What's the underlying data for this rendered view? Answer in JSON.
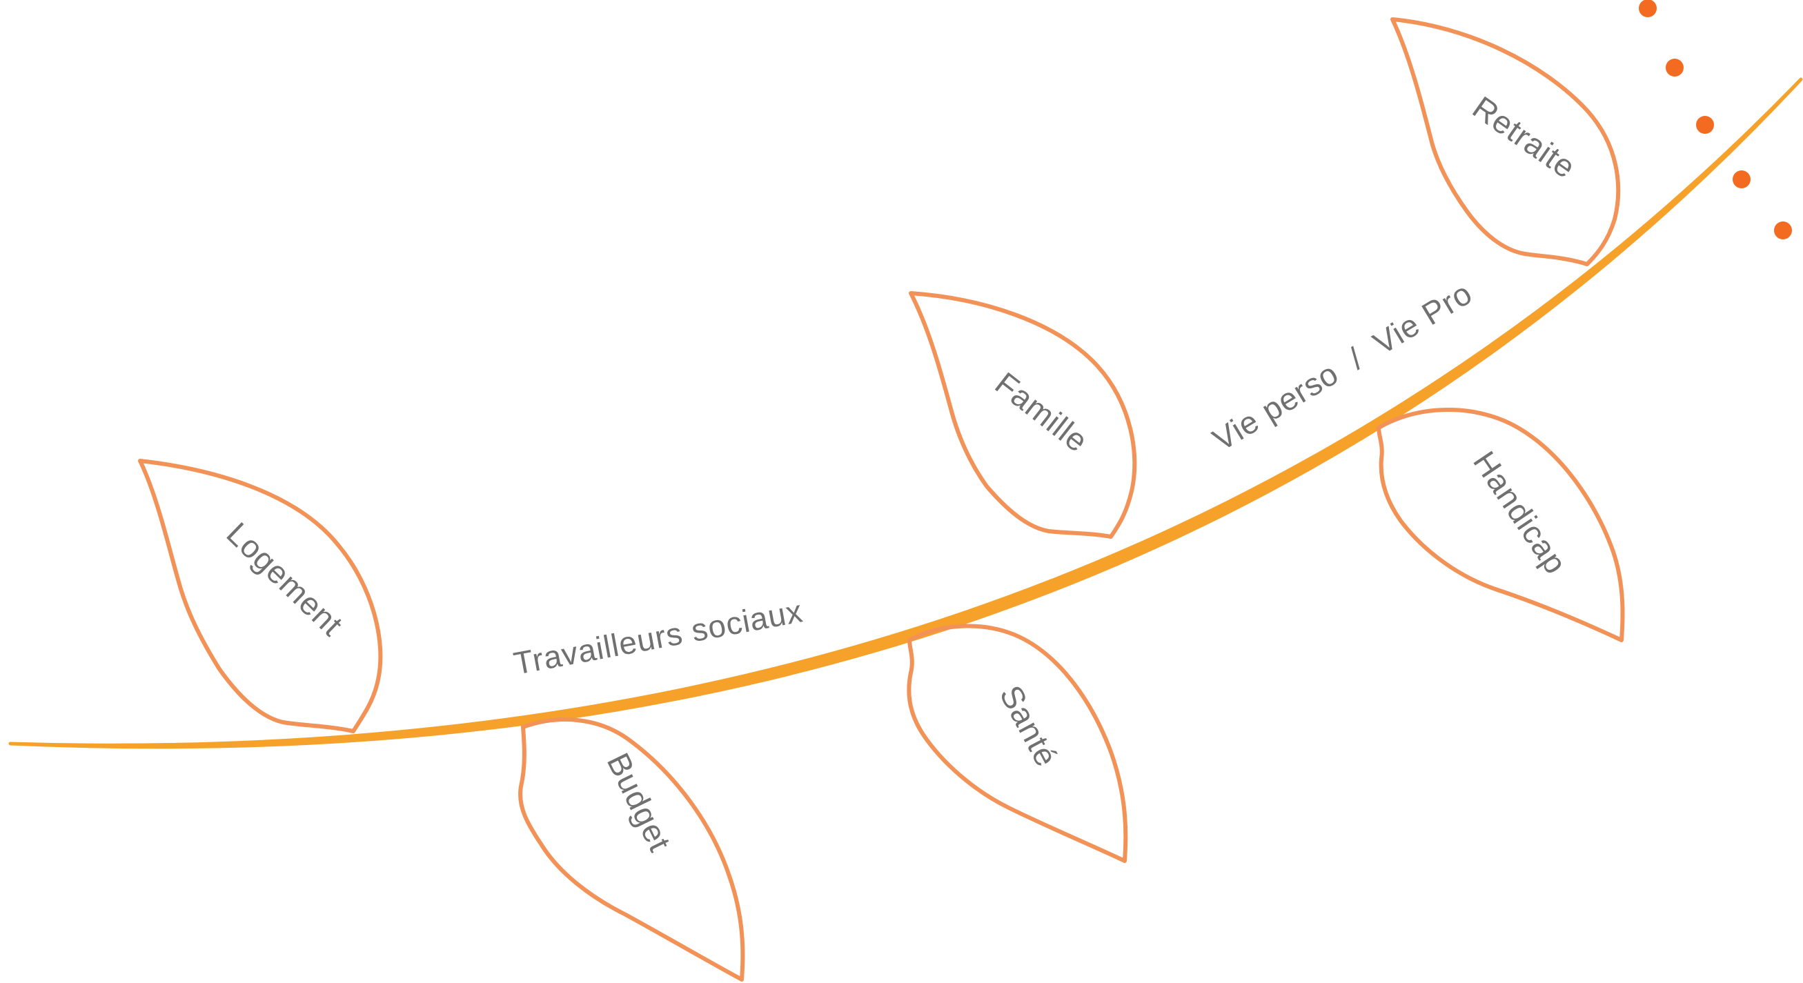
{
  "colors": {
    "stem": "#F6A12A",
    "leaf_outline": "#F29257",
    "dots": "#F26B21",
    "text": "#707070"
  },
  "stem_labels": {
    "travailleurs": "Travailleurs sociaux",
    "vie": "Vie perso  /  Vie Pro"
  },
  "leaves": {
    "logement": "Logement",
    "budget": "Budget",
    "sante": "Santé",
    "famille": "Famille",
    "handicap": "Handicap",
    "retraite": "Retraite"
  }
}
